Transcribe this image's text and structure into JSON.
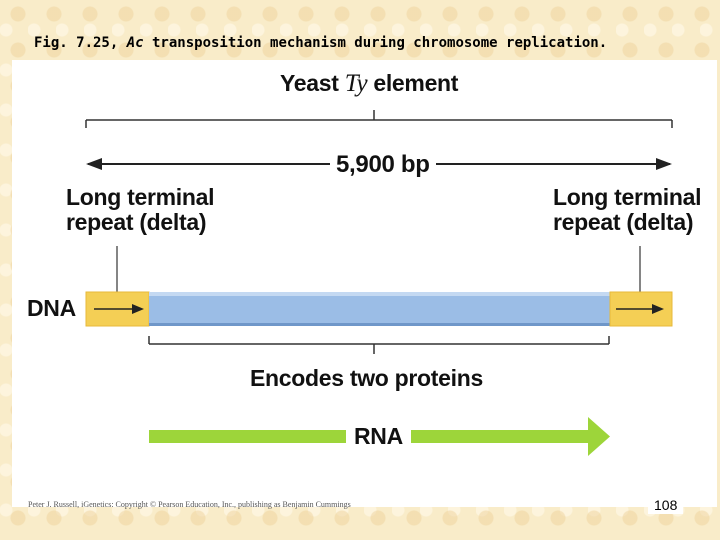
{
  "caption": {
    "prefix": "Fig. 7.25, ",
    "italic": "Ac",
    "suffix": " transposition mechanism during chromosome replication."
  },
  "diagram": {
    "title_before": "Yeast ",
    "title_italic": "Ty",
    "title_after": " element",
    "length_label": "5,900 bp",
    "ltr_left_line1": "Long terminal",
    "ltr_left_line2": "repeat (delta)",
    "ltr_right_line1": "Long terminal",
    "ltr_right_line2": "repeat (delta)",
    "dna_label": "DNA",
    "encodes_label": "Encodes two proteins",
    "rna_label": "RNA"
  },
  "colors": {
    "ltr_yellow": "#f4cf55",
    "body_blue": "#9bbde6",
    "rna_green": "#9dd53a"
  },
  "footer": {
    "credit": "Peter J. Russell, iGenetics: Copyright © Pearson Education, Inc., publishing as Benjamin Cummings",
    "page_number": "108"
  }
}
